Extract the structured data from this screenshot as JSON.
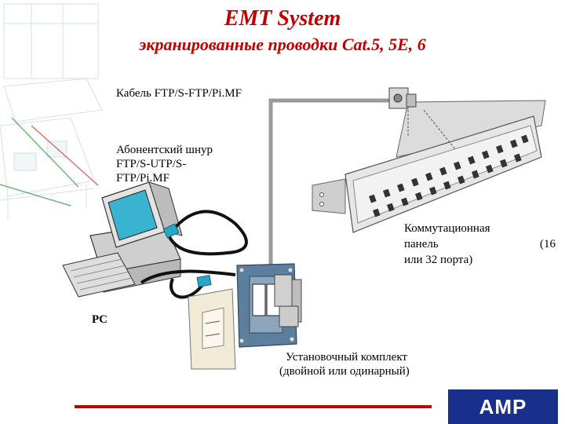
{
  "title": "EMT System",
  "subtitle": "экранированные проводки Cat.5, 5E,  6",
  "labels": {
    "cable": "Кабель FTP/S-FTP/Pi.MF",
    "cord_1": "Абонентский шнур",
    "cord_2": "FTP/S-UTP/S-",
    "cord_3": "FTP/Pi.MF",
    "panel_1": "Коммутационная",
    "panel_2": "панель",
    "panel_3": "или 32 порта)",
    "panel_ports": "(16",
    "pc": "PC",
    "kit_1": "Установочный комплект",
    "kit_2": "(двойной или одинарный)"
  },
  "logo": {
    "text": "AMP",
    "color": "#1a2f8c"
  },
  "colors": {
    "title": "#c00000",
    "cable": "#9a9a9a",
    "cord": "#111111",
    "connector": "#2aa7c8",
    "monitor_screen": "#3ab3d0",
    "wall_box": "#5b7f9c"
  }
}
